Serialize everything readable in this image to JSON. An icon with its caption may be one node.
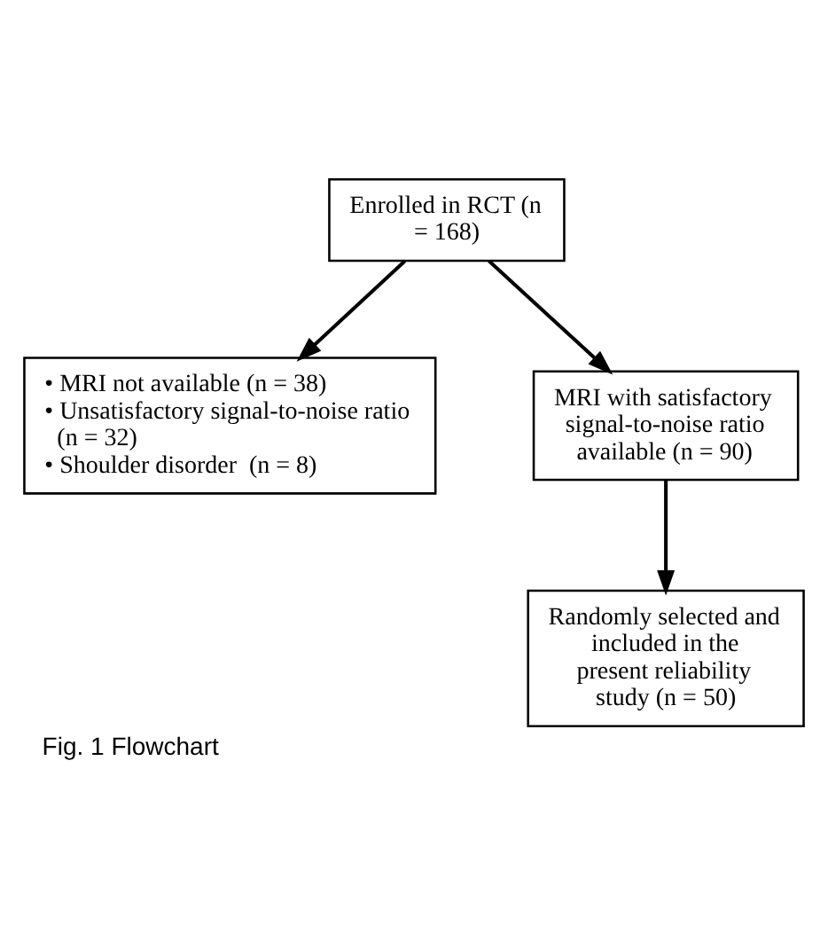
{
  "diagram": {
    "caption": "Fig. 1 Flowchart",
    "nodes": [
      {
        "text": [
          "Enrolled in RCT (n = 168)"
        ]
      },
      {
        "text": [
          "• MRI not available (n = 38)",
          "• Unsatisfactory signal-to-noise ratio (n = 32)",
          "• Shoulder disorder  (n = 8)"
        ]
      },
      {
        "text": [
          "MRI with satisfactory signal-to-noise ratio available (n = 90)"
        ]
      },
      {
        "text": [
          "Randomly selected and included in the present reliability study (n = 50)"
        ]
      }
    ],
    "edges": [
      {
        "from": 0,
        "to": 1,
        "arrow": "to"
      },
      {
        "from": 0,
        "to": 2,
        "arrow": "to"
      },
      {
        "from": 2,
        "to": 3,
        "arrow": "to"
      }
    ]
  }
}
